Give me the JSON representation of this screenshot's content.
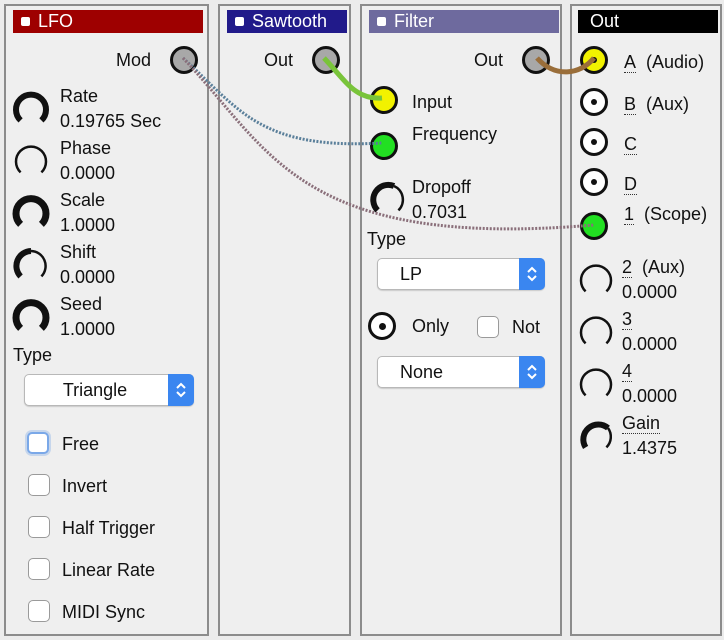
{
  "lfo": {
    "title": "LFO",
    "title_color": "#9e0000",
    "mod_label": "Mod",
    "params": [
      {
        "label": "Rate",
        "value": "0.19765 Sec"
      },
      {
        "label": "Phase",
        "value": "0.0000"
      },
      {
        "label": "Scale",
        "value": "1.0000"
      },
      {
        "label": "Shift",
        "value": "0.0000"
      },
      {
        "label": "Seed",
        "value": "1.0000"
      }
    ],
    "type_label": "Type",
    "type_value": "Triangle",
    "checks": [
      {
        "label": "Free"
      },
      {
        "label": "Invert"
      },
      {
        "label": "Half Trigger"
      },
      {
        "label": "Linear Rate"
      },
      {
        "label": "MIDI Sync"
      }
    ]
  },
  "saw": {
    "title": "Sawtooth",
    "title_color": "#211a8a",
    "out_label": "Out"
  },
  "filter": {
    "title": "Filter",
    "title_color": "#6e6a9e",
    "out_label": "Out",
    "input_label": "Input",
    "freq_label": "Frequency",
    "dropoff_label": "Dropoff",
    "dropoff_value": "0.7031",
    "type_label": "Type",
    "type_value": "LP",
    "only_label": "Only",
    "not_label": "Not",
    "mode_value": "None"
  },
  "out": {
    "title": "Out",
    "title_color": "#000000",
    "jacks": [
      {
        "key": "A",
        "desc": "(Audio)"
      },
      {
        "key": "B",
        "desc": "(Aux)"
      },
      {
        "key": "C",
        "desc": ""
      },
      {
        "key": "D",
        "desc": ""
      },
      {
        "key": "1",
        "desc": "(Scope)"
      }
    ],
    "knobs": [
      {
        "key": "2",
        "desc": "(Aux)",
        "value": "0.0000"
      },
      {
        "key": "3",
        "desc": "",
        "value": "0.0000"
      },
      {
        "key": "4",
        "desc": "",
        "value": "0.0000"
      },
      {
        "key": "Gain",
        "desc": "",
        "value": "1.4375"
      }
    ]
  },
  "colors": {
    "accent_blue": "#3a86f0",
    "jack_yellow": "#f2f200",
    "jack_green": "#22e022"
  }
}
